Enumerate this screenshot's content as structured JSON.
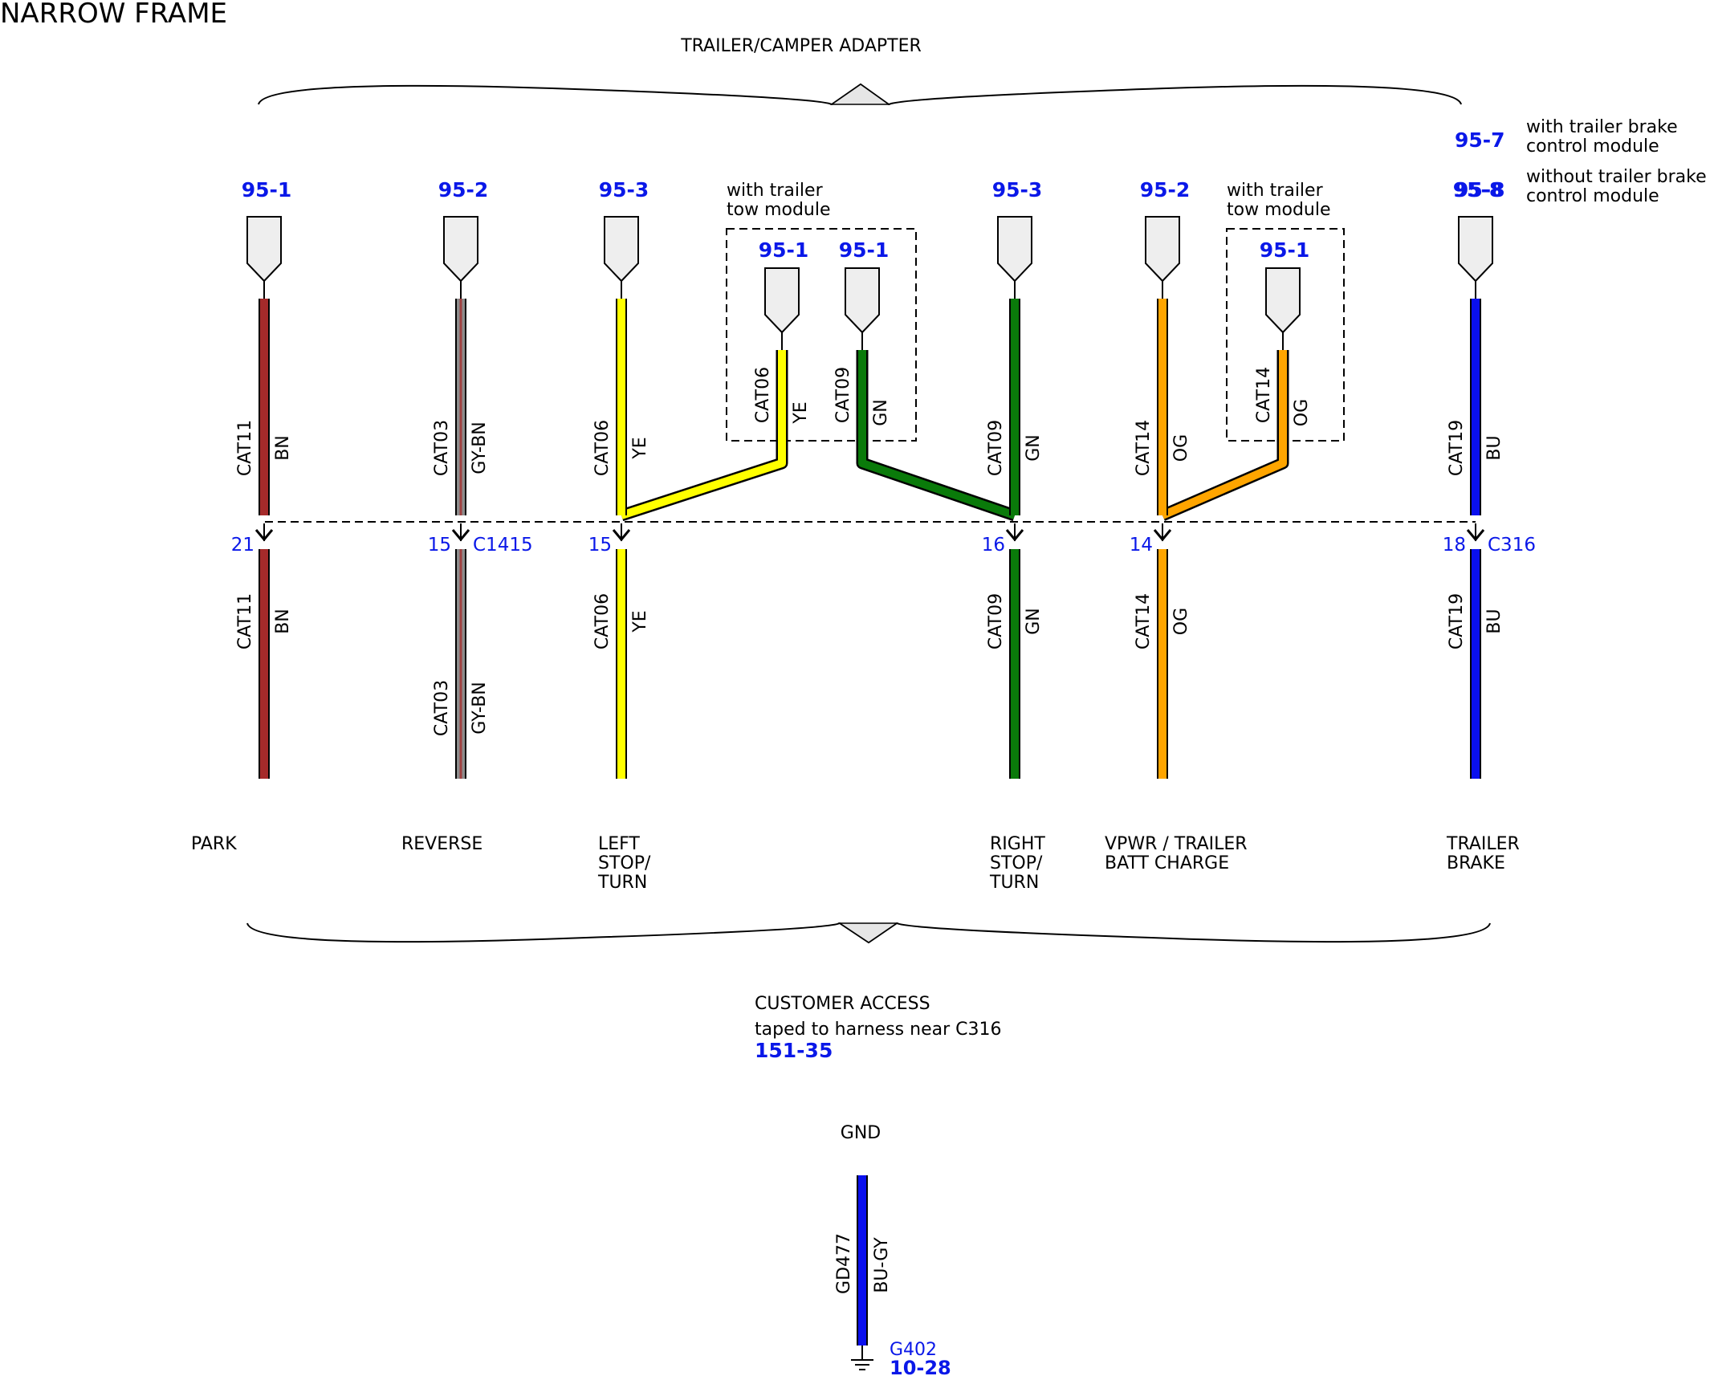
{
  "title": "NARROW FRAME",
  "top_group_label": "TRAILER/CAMPER ADAPTER",
  "legend": [
    {
      "ref": "95-7",
      "text1": "with trailer brake",
      "text2": "control module"
    },
    {
      "ref": "95-8",
      "text1": "without trailer brake",
      "text2": "control module"
    }
  ],
  "circuits": [
    {
      "id": "park",
      "ref": "95-1",
      "circuit": "CAT11",
      "color_code": "BN",
      "lower_circuit": "CAT11",
      "lower_color_code": "BN",
      "pin": "21",
      "connector": "",
      "label_lines": [
        "PARK"
      ],
      "wire_color": "#a52a2a",
      "stripe": ""
    },
    {
      "id": "reverse",
      "ref": "95-2",
      "circuit": "CAT03",
      "color_code": "GY-BN",
      "lower_circuit": "CAT03",
      "lower_color_code": "GY-BN",
      "pin": "15",
      "connector": "C1415",
      "label_lines": [
        "REVERSE"
      ],
      "wire_color": "#8c8c8c",
      "stripe": "#a04040"
    },
    {
      "id": "left",
      "ref": "95-3",
      "circuit": "CAT06",
      "color_code": "YE",
      "lower_circuit": "CAT06",
      "lower_color_code": "YE",
      "pin": "15",
      "connector": "",
      "label_lines": [
        "LEFT",
        "STOP/",
        "TURN"
      ],
      "wire_color": "#ffff00",
      "stripe": ""
    },
    {
      "id": "right",
      "ref": "95-3",
      "circuit": "CAT09",
      "color_code": "GN",
      "lower_circuit": "CAT09",
      "lower_color_code": "GN",
      "pin": "16",
      "connector": "",
      "label_lines": [
        "RIGHT",
        "STOP/",
        "TURN"
      ],
      "wire_color": "#0a7a0a",
      "stripe": ""
    },
    {
      "id": "vpwr",
      "ref": "95-2",
      "circuit": "CAT14",
      "color_code": "OG",
      "lower_circuit": "CAT14",
      "lower_color_code": "OG",
      "pin": "14",
      "connector": "",
      "label_lines": [
        "VPWR / TRAILER",
        "BATT CHARGE"
      ],
      "wire_color": "#ffa500",
      "stripe": ""
    },
    {
      "id": "brake",
      "ref": "95-8",
      "circuit": "CAT19",
      "color_code": "BU",
      "lower_circuit": "CAT19",
      "lower_color_code": "BU",
      "pin": "18",
      "connector": "C316",
      "label_lines": [
        "TRAILER",
        "BRAKE"
      ],
      "wire_color": "#0a10ee",
      "stripe": ""
    }
  ],
  "tow_module_boxes": [
    {
      "title1": "with trailer",
      "title2": "tow module",
      "branches": [
        {
          "ref": "95-1",
          "circuit": "CAT06",
          "color_code": "YE",
          "wire_color": "#ffff00"
        },
        {
          "ref": "95-1",
          "circuit": "CAT09",
          "color_code": "GN",
          "wire_color": "#0a7a0a"
        }
      ]
    },
    {
      "title1": "with trailer",
      "title2": "tow module",
      "branches": [
        {
          "ref": "95-1",
          "circuit": "CAT14",
          "color_code": "OG",
          "wire_color": "#ffa500"
        }
      ]
    }
  ],
  "bottom_group": {
    "title": "CUSTOMER ACCESS",
    "note": "taped to harness near C316",
    "ref": "151-35"
  },
  "ground": {
    "label": "GND",
    "circuit": "GD477",
    "color_code": "BU-GY",
    "wire_color": "#0a10ee",
    "ground_id": "G402",
    "ref": "10-28"
  },
  "colors": {
    "link": "#0a18e8",
    "line": "#000000",
    "connector_fill": "#eeeeee"
  }
}
